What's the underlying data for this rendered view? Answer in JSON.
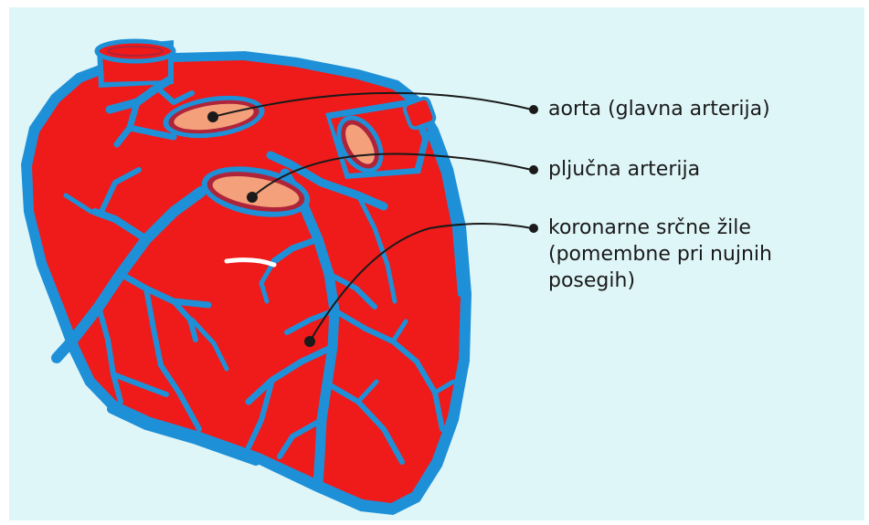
{
  "labels": {
    "aorta": "aorta (glavna arterija)",
    "pulmonary": "pljučna arterija",
    "coronary_line1": "koronarne srčne žile",
    "coronary_line2": "(pomembne pri nujnih",
    "coronary_line3": "posegih)"
  },
  "colors": {
    "muscle": "#ef1a1a",
    "vessel": "#1e90d8",
    "lumen": "#f4a07a",
    "background": "#dff6f8",
    "leader": "#1a1a1a"
  }
}
